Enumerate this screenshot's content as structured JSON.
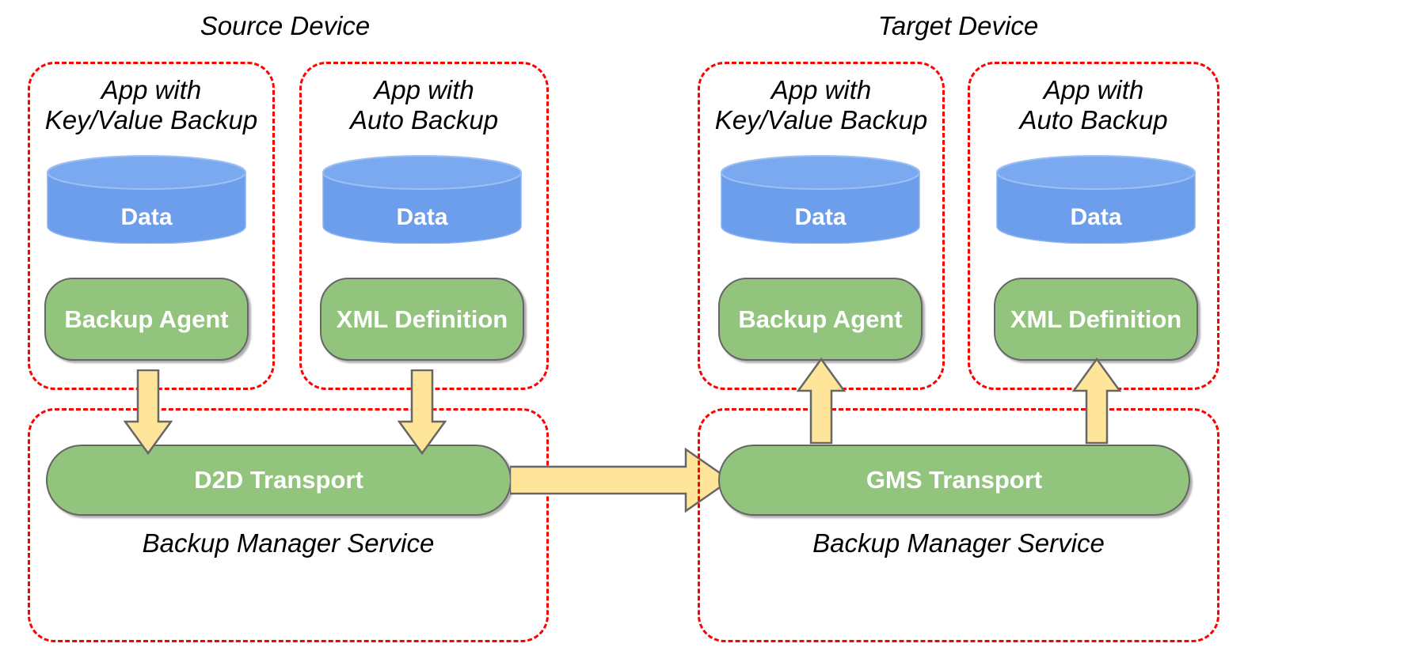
{
  "diagram": {
    "title_source": "Source Device",
    "title_target": "Target Device",
    "colors": {
      "dashed_border": "#ff0000",
      "cylinder_fill": "#6d9eeb",
      "process_fill": "#93c47d",
      "arrow_fill": "#ffe599",
      "shape_stroke": "#666666",
      "text_on_shape": "#ffffff",
      "background": "#ffffff"
    }
  },
  "source_device": {
    "title": "Source Device",
    "apps": [
      {
        "caption_line1": "App with",
        "caption_line2": "Key/Value Backup",
        "data_label": "Data",
        "component_label": "Backup Agent"
      },
      {
        "caption_line1": "App with",
        "caption_line2": "Auto Backup",
        "data_label": "Data",
        "component_label": "XML Definition"
      }
    ],
    "service": {
      "transport_label": "D2D Transport",
      "caption": "Backup Manager Service"
    }
  },
  "target_device": {
    "title": "Target Device",
    "apps": [
      {
        "caption_line1": "App with",
        "caption_line2": "Key/Value Backup",
        "data_label": "Data",
        "component_label": "Backup Agent"
      },
      {
        "caption_line1": "App with",
        "caption_line2": "Auto Backup",
        "data_label": "Data",
        "component_label": "XML Definition"
      }
    ],
    "service": {
      "transport_label": "GMS Transport",
      "caption": "Backup Manager Service"
    }
  },
  "flows": [
    {
      "name": "backup-agent-to-d2d",
      "direction": "down"
    },
    {
      "name": "xml-definition-to-d2d",
      "direction": "down"
    },
    {
      "name": "d2d-to-gms",
      "direction": "right"
    },
    {
      "name": "gms-to-backup-agent",
      "direction": "up"
    },
    {
      "name": "gms-to-xml-definition",
      "direction": "up"
    }
  ]
}
